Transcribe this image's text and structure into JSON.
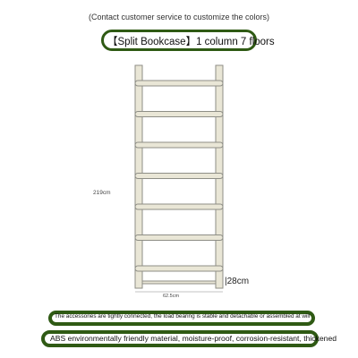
{
  "header": {
    "note": "(Contact customer service to customize the colors)",
    "title": "【Split Bookcase】1 column 7 floors"
  },
  "product": {
    "height_label": "219cm",
    "width_label": "62.5cm",
    "depth_label": "|28cm",
    "shelf_count": 7,
    "frame_color": "#e9e6d6",
    "frame_stroke": "#8e8e86"
  },
  "features": [
    "The accessories are tightly connected, the load bearing is stable and detachable or assembled at will",
    "ABS environmentally friendly material, moisture-proof, corrosion-resistant, thickened"
  ],
  "colors": {
    "accent": "#2f5a14",
    "background": "#ffffff"
  }
}
